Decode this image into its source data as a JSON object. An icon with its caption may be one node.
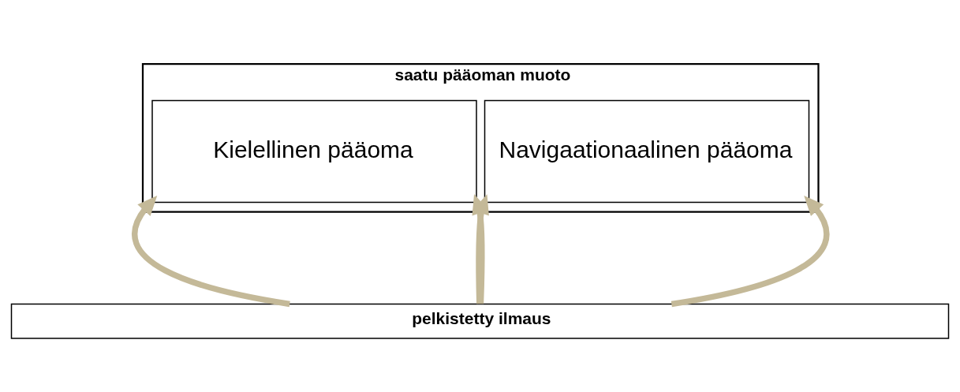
{
  "diagram": {
    "nodes": [
      {
        "text": [
          "saatu pääoman muoto"
        ]
      },
      {
        "text": [
          "Kielellinen pääoma"
        ],
        "in": 0
      },
      {
        "text": [
          "Navigaationaalinen pääoma"
        ],
        "in": 0
      },
      {
        "text": [
          "pelkistetty ilmaus"
        ]
      }
    ],
    "edges": [
      {
        "from": 3,
        "to": 1,
        "arrow": "to"
      },
      {
        "from": 3,
        "to": 1,
        "arrow": "to"
      },
      {
        "from": 3,
        "to": 2,
        "arrow": "to"
      },
      {
        "from": 3,
        "to": 2,
        "arrow": "to"
      }
    ]
  }
}
